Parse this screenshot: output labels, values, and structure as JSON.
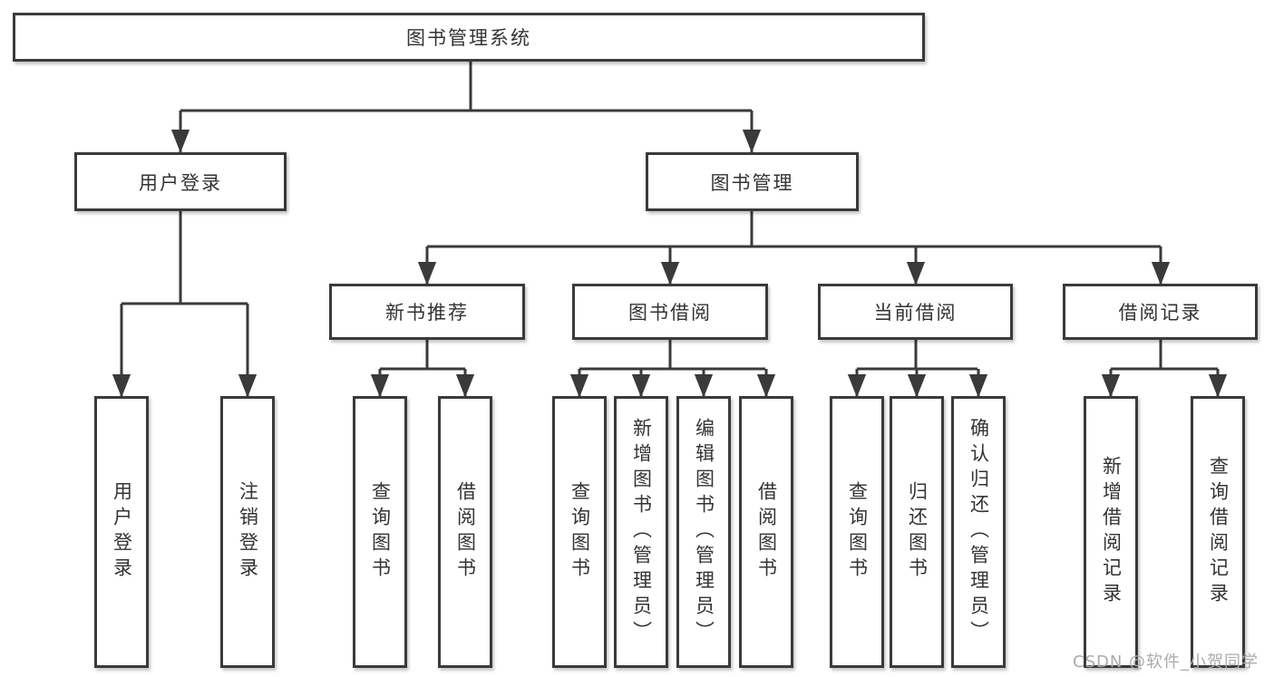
{
  "tree": {
    "label": "图书管理系统",
    "children": [
      {
        "label": "用户登录",
        "children": [
          {
            "label": "用户登录"
          },
          {
            "label": "注销登录"
          }
        ]
      },
      {
        "label": "图书管理",
        "children": [
          {
            "label": "新书推荐",
            "children": [
              {
                "label": "查询图书"
              },
              {
                "label": "借阅图书"
              }
            ]
          },
          {
            "label": "图书借阅",
            "children": [
              {
                "label": "查询图书"
              },
              {
                "label": "新增图书（管理员）"
              },
              {
                "label": "编辑图书（管理员）"
              },
              {
                "label": "借阅图书"
              }
            ]
          },
          {
            "label": "当前借阅",
            "children": [
              {
                "label": "查询图书"
              },
              {
                "label": "归还图书"
              },
              {
                "label": "确认归还（管理员）"
              }
            ]
          },
          {
            "label": "借阅记录",
            "children": [
              {
                "label": "新增借阅记录"
              },
              {
                "label": "查询借阅记录"
              }
            ]
          }
        ]
      }
    ]
  },
  "watermark": "CSDN @软件_小贺同学",
  "colors": {
    "line": "#3a3a3a",
    "text": "#333333",
    "watermark": "#ababab",
    "background": "#ffffff"
  }
}
